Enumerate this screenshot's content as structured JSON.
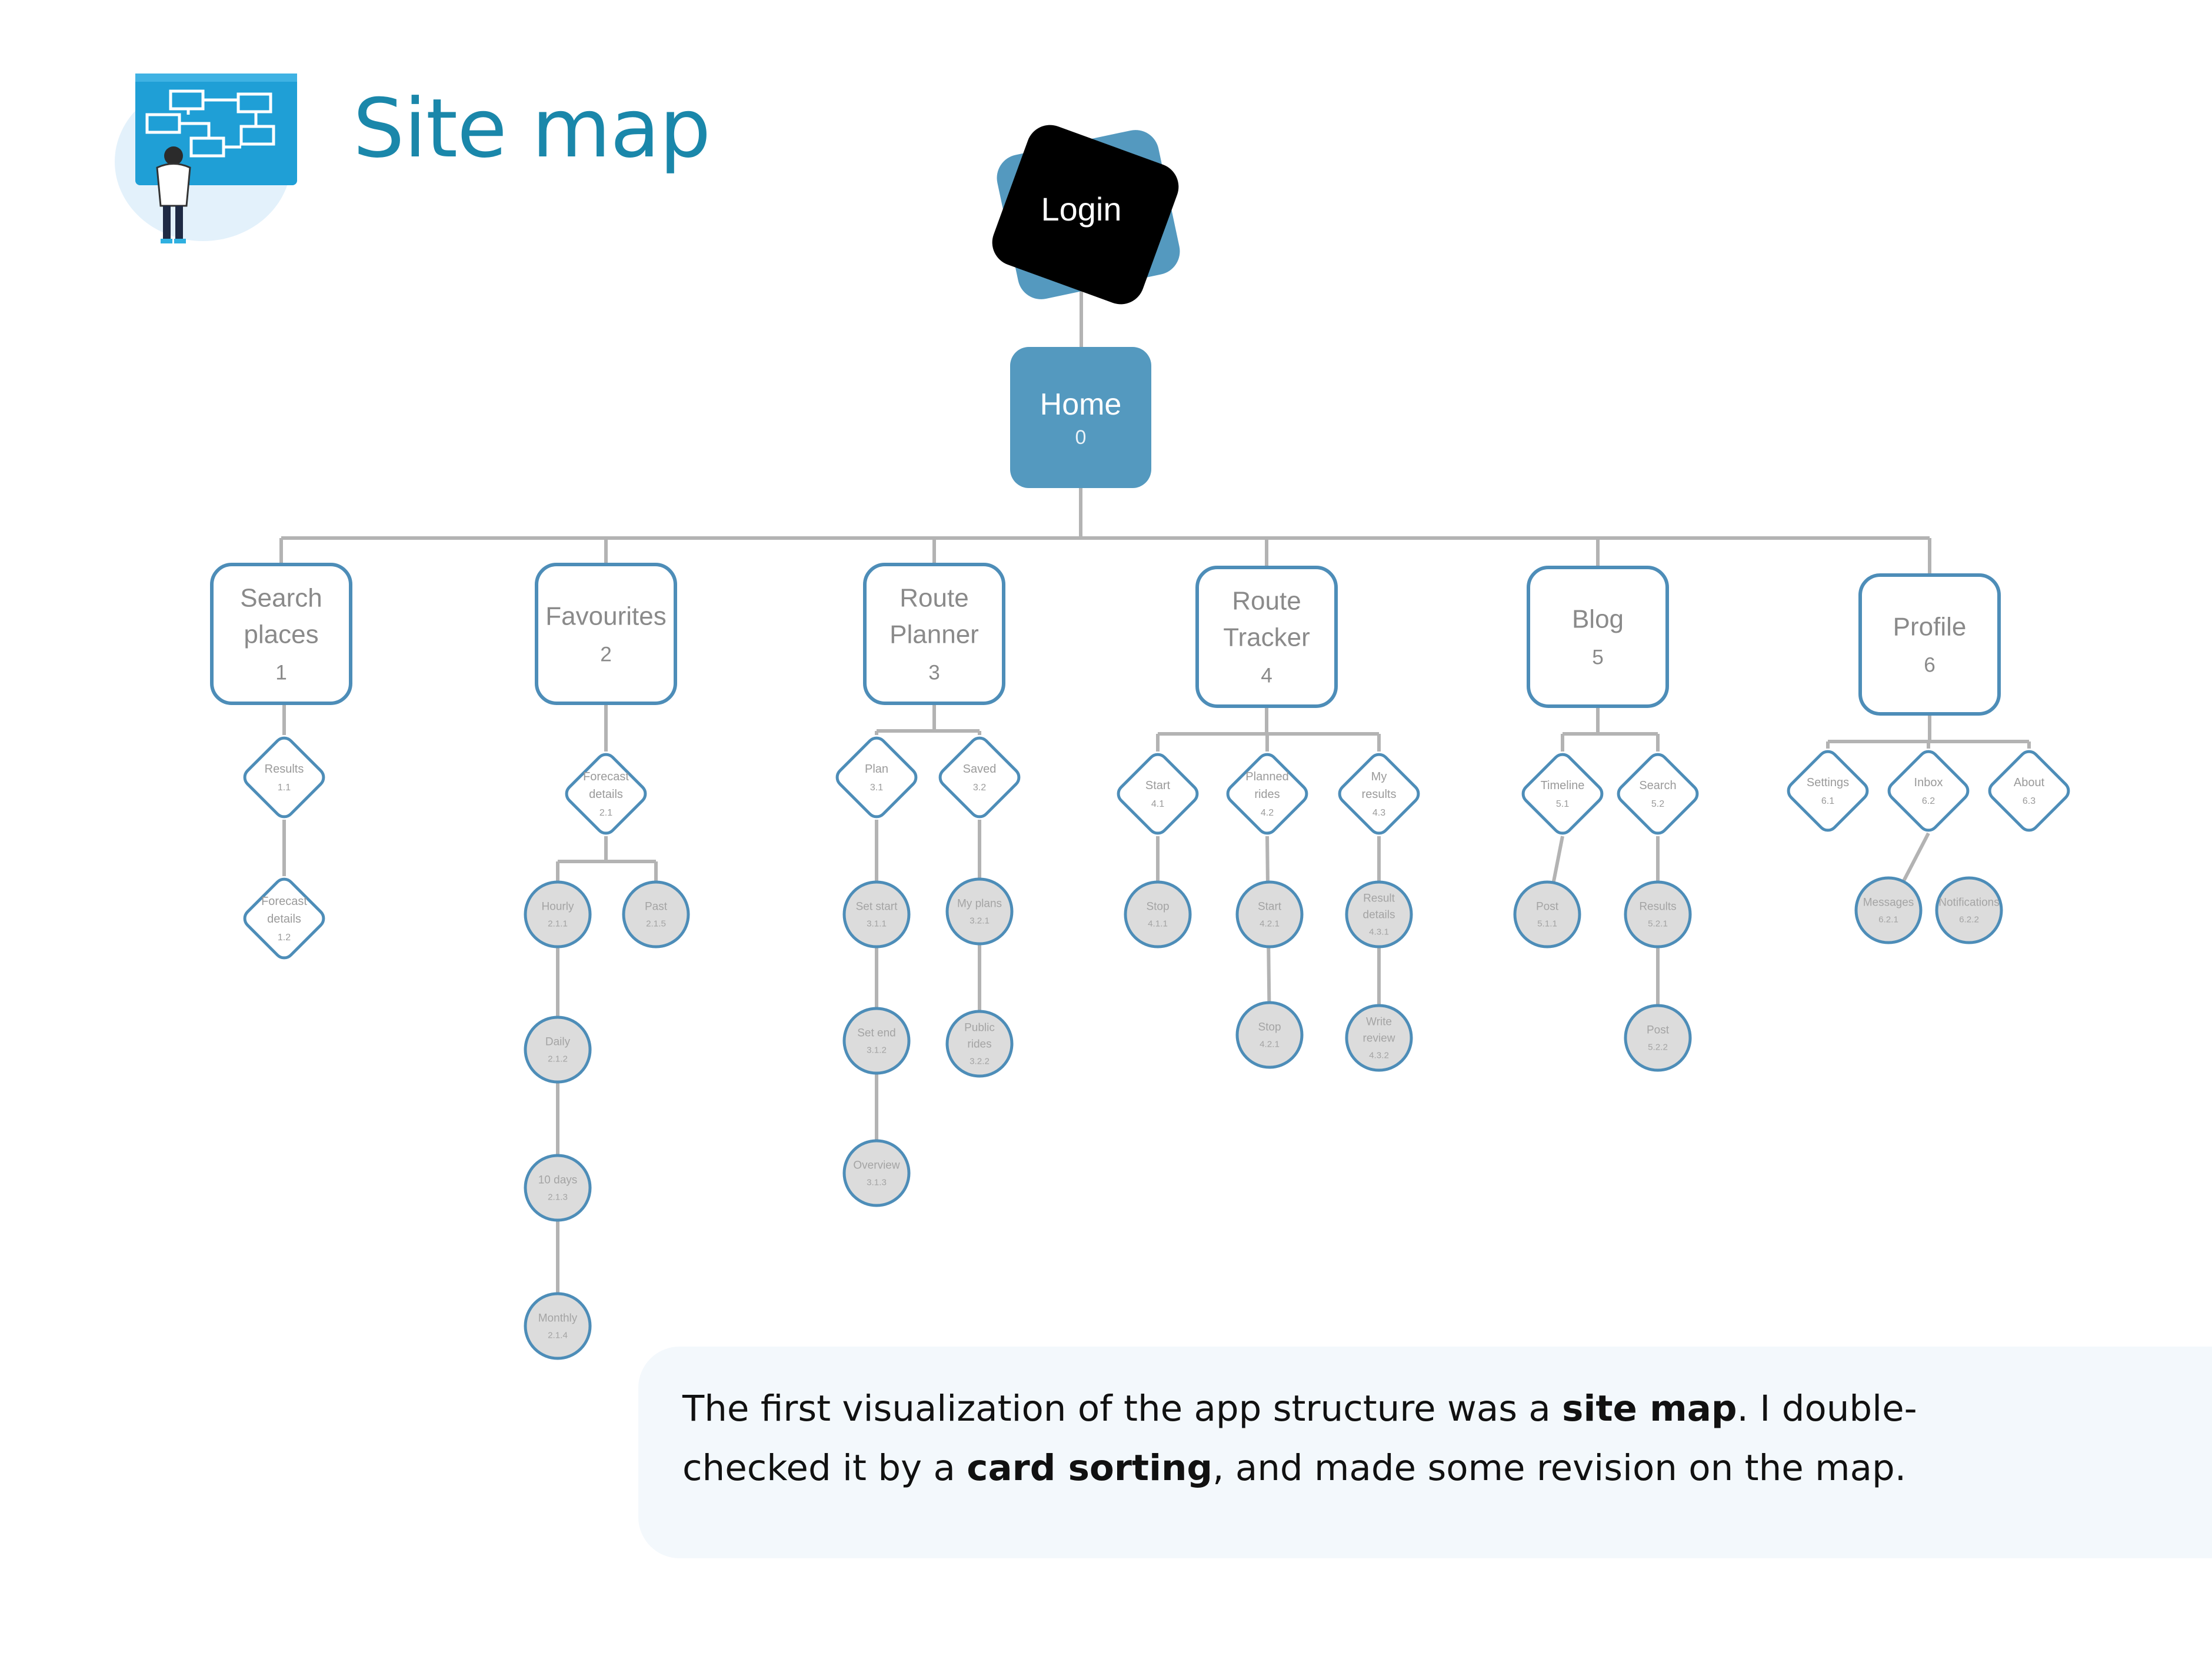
{
  "header": {
    "title": "Site map",
    "icon": "sitemap-board-person-icon"
  },
  "colors": {
    "title": "#1a87aa",
    "home_fill": "#5499bf",
    "box_stroke": "#4d8db8",
    "level3_fill": "#dcdcdc",
    "connector": "#b3b3b3",
    "note_bg": "#f3f8fc"
  },
  "sitemap": {
    "login": {
      "label": "Login"
    },
    "home": {
      "label": "Home",
      "number": "0"
    },
    "sections": [
      {
        "label_lines": [
          "Search",
          "places"
        ],
        "number": "1",
        "children": [
          {
            "label_lines": [
              "Results"
            ],
            "number": "1.1",
            "children": []
          },
          {
            "label_lines": [
              "Forecast",
              "details"
            ],
            "number": "1.2",
            "children": []
          }
        ]
      },
      {
        "label_lines": [
          "Favourites"
        ],
        "number": "2",
        "children": [
          {
            "label_lines": [
              "Forecast",
              "details"
            ],
            "number": "2.1",
            "children": [
              {
                "label_lines": [
                  "Hourly"
                ],
                "number": "2.1.1"
              },
              {
                "label_lines": [
                  "Daily"
                ],
                "number": "2.1.2"
              },
              {
                "label_lines": [
                  "10 days"
                ],
                "number": "2.1.3"
              },
              {
                "label_lines": [
                  "Monthly"
                ],
                "number": "2.1.4"
              },
              {
                "label_lines": [
                  "Past"
                ],
                "number": "2.1.5"
              }
            ]
          }
        ]
      },
      {
        "label_lines": [
          "Route",
          "Planner"
        ],
        "number": "3",
        "children": [
          {
            "label_lines": [
              "Plan"
            ],
            "number": "3.1",
            "children": [
              {
                "label_lines": [
                  "Set start"
                ],
                "number": "3.1.1"
              },
              {
                "label_lines": [
                  "Set end"
                ],
                "number": "3.1.2"
              },
              {
                "label_lines": [
                  "Overview"
                ],
                "number": "3.1.3"
              }
            ]
          },
          {
            "label_lines": [
              "Saved"
            ],
            "number": "3.2",
            "children": [
              {
                "label_lines": [
                  "My plans"
                ],
                "number": "3.2.1"
              },
              {
                "label_lines": [
                  "Public",
                  "rides"
                ],
                "number": "3.2.2"
              }
            ]
          }
        ]
      },
      {
        "label_lines": [
          "Route",
          "Tracker"
        ],
        "number": "4",
        "children": [
          {
            "label_lines": [
              "Start"
            ],
            "number": "4.1",
            "children": [
              {
                "label_lines": [
                  "Stop"
                ],
                "number": "4.1.1"
              }
            ]
          },
          {
            "label_lines": [
              "Planned",
              "rides"
            ],
            "number": "4.2",
            "children": [
              {
                "label_lines": [
                  "Start"
                ],
                "number": "4.2.1"
              },
              {
                "label_lines": [
                  "Stop"
                ],
                "number": "4.2.1"
              }
            ]
          },
          {
            "label_lines": [
              "My",
              "results"
            ],
            "number": "4.3",
            "children": [
              {
                "label_lines": [
                  "Result",
                  "details"
                ],
                "number": "4.3.1"
              },
              {
                "label_lines": [
                  "Write",
                  "review"
                ],
                "number": "4.3.2"
              }
            ]
          }
        ]
      },
      {
        "label_lines": [
          "Blog"
        ],
        "number": "5",
        "children": [
          {
            "label_lines": [
              "Timeline"
            ],
            "number": "5.1",
            "children": [
              {
                "label_lines": [
                  "Post"
                ],
                "number": "5.1.1"
              }
            ]
          },
          {
            "label_lines": [
              "Search"
            ],
            "number": "5.2",
            "children": [
              {
                "label_lines": [
                  "Results"
                ],
                "number": "5.2.1"
              },
              {
                "label_lines": [
                  "Post"
                ],
                "number": "5.2.2"
              }
            ]
          }
        ]
      },
      {
        "label_lines": [
          "Profile"
        ],
        "number": "6",
        "children": [
          {
            "label_lines": [
              "Settings"
            ],
            "number": "6.1",
            "children": []
          },
          {
            "label_lines": [
              "Inbox"
            ],
            "number": "6.2",
            "children": [
              {
                "label_lines": [
                  "Messages"
                ],
                "number": "6.2.1"
              },
              {
                "label_lines": [
                  "Notifications"
                ],
                "number": "6.2.2"
              }
            ]
          },
          {
            "label_lines": [
              "About"
            ],
            "number": "6.3",
            "children": []
          }
        ]
      }
    ]
  },
  "note": {
    "parts": [
      {
        "text": "The first visualization of the app structure was a ",
        "bold": false
      },
      {
        "text": "site map",
        "bold": true
      },
      {
        "text": ". I double-checked it by a ",
        "bold": false
      },
      {
        "text": "card sorting",
        "bold": true
      },
      {
        "text": ", and made some revision on the map.",
        "bold": false
      }
    ]
  }
}
